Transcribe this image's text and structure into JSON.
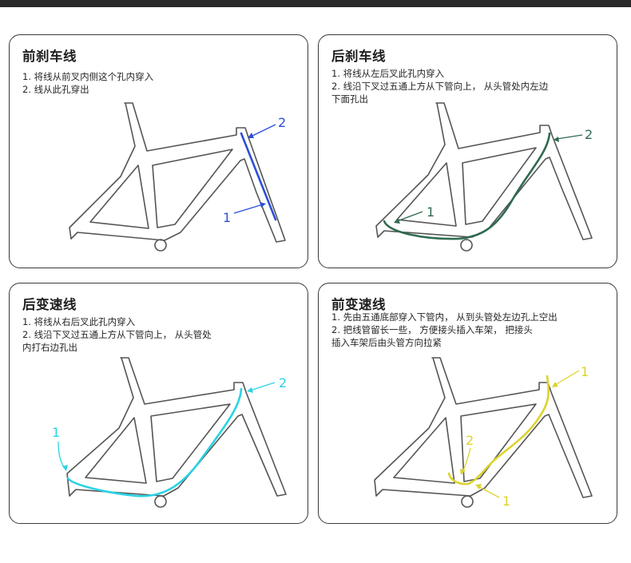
{
  "panels": [
    {
      "title": "前刹车线",
      "steps": [
        "1. 将线从前叉内侧这个孔内穿入",
        "2. 线从此孔穿出"
      ],
      "color": "#2d4fd6",
      "markers": [
        "1",
        "2"
      ]
    },
    {
      "title": "后刹车线",
      "steps": [
        "1. 将线从左后叉此孔内穿入",
        "2. 线沿下叉过五通上方从下管向上， 从头管处内左边",
        "下面孔出"
      ],
      "color": "#2f6b50",
      "markers": [
        "1",
        "2"
      ]
    },
    {
      "title": "后变速线",
      "steps": [
        "1. 将线从右后叉此孔内穿入",
        "2. 线沿下叉过五通上方从下管向上， 从头管处",
        "内打右边孔出"
      ],
      "color": "#2ad3e4",
      "markers": [
        "1",
        "2"
      ]
    },
    {
      "title": "前变速线",
      "steps": [
        "1. 先由五通底部穿入下管内， 从到头管处左边孔上空出",
        "2. 把线管留长一些， 方便接头插入车架， 把接头",
        "插入车架后由头管方向拉紧"
      ],
      "color": "#dcd32c",
      "markers": [
        "1",
        "2",
        "1"
      ]
    }
  ]
}
